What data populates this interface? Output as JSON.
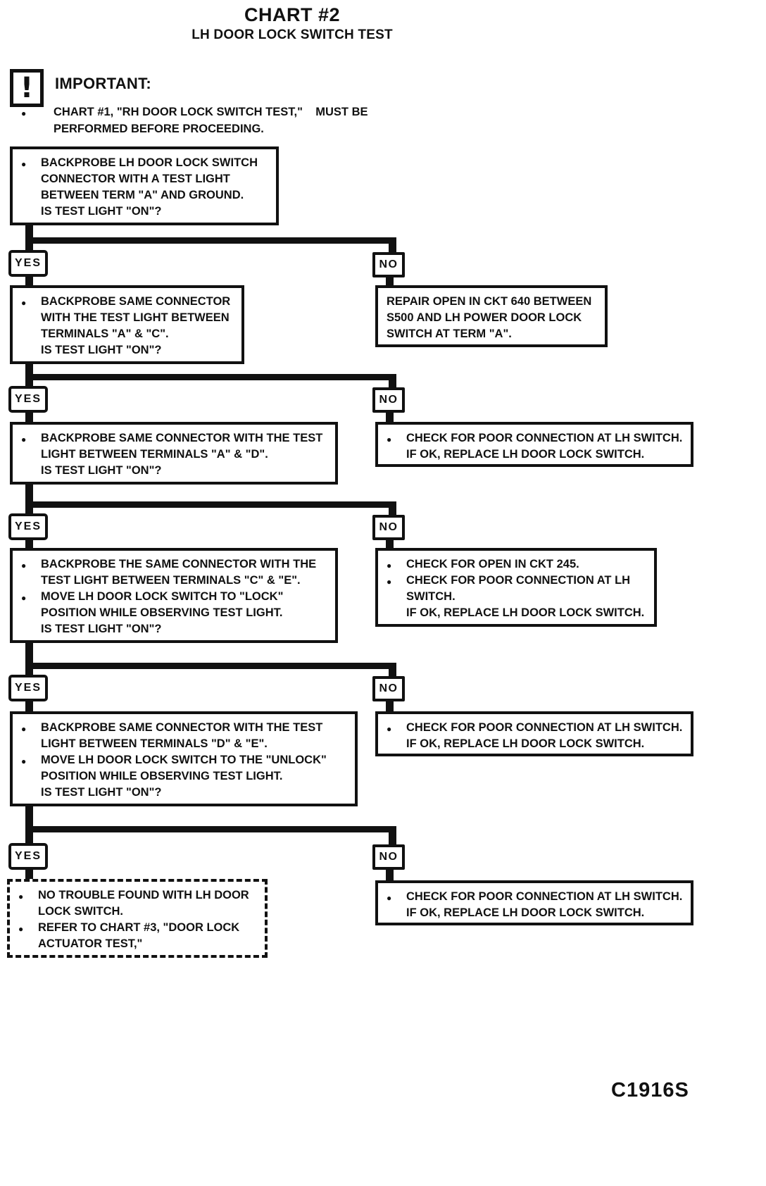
{
  "page": {
    "title_line1": "CHART #2",
    "title_line2": "LH DOOR LOCK SWITCH TEST",
    "figure_code": "C1916S"
  },
  "important": {
    "icon_glyph": "!",
    "label": "IMPORTANT:",
    "note_line1": "CHART #1, \"RH DOOR LOCK SWITCH TEST,\"    MUST BE",
    "note_line2": "PERFORMED BEFORE PROCEEDING."
  },
  "flow": {
    "yes_label": "YES",
    "no_label": "NO",
    "steps": [
      {
        "question_lines": [
          "BACKPROBE LH DOOR LOCK SWITCH",
          "CONNECTOR WITH A TEST LIGHT",
          "BETWEEN TERM \"A\" AND GROUND.",
          "IS TEST LIGHT \"ON\"?"
        ],
        "no_result_lines": [
          "REPAIR OPEN IN CKT 640 BETWEEN",
          "S500 AND LH POWER DOOR LOCK",
          "SWITCH AT TERM \"A\"."
        ]
      },
      {
        "question_lines": [
          "BACKPROBE SAME CONNECTOR",
          "WITH THE TEST LIGHT BETWEEN",
          "TERMINALS \"A\" & \"C\".",
          "IS TEST LIGHT \"ON\"?"
        ],
        "no_result_lines": [
          "CHECK FOR POOR CONNECTION AT LH SWITCH.",
          "IF OK, REPLACE LH DOOR LOCK SWITCH."
        ]
      },
      {
        "question_lines": [
          "BACKPROBE SAME CONNECTOR WITH THE TEST",
          "LIGHT BETWEEN TERMINALS \"A\" & \"D\".",
          "IS TEST LIGHT \"ON\"?"
        ],
        "no_result_lines": [
          "CHECK FOR OPEN IN CKT 245.",
          "CHECK FOR POOR CONNECTION AT LH",
          "SWITCH.",
          "IF OK, REPLACE LH DOOR LOCK SWITCH."
        ]
      },
      {
        "question_lines": [
          "BACKPROBE THE SAME CONNECTOR WITH THE",
          "TEST LIGHT BETWEEN TERMINALS \"C\" & \"E\".",
          "MOVE LH DOOR LOCK SWITCH TO \"LOCK\"",
          "POSITION WHILE OBSERVING TEST LIGHT.",
          "IS TEST LIGHT \"ON\"?"
        ],
        "no_result_lines": [
          "CHECK FOR POOR CONNECTION AT LH SWITCH.",
          "IF OK, REPLACE LH DOOR LOCK SWITCH."
        ]
      },
      {
        "question_lines": [
          "BACKPROBE SAME CONNECTOR WITH THE TEST",
          "LIGHT BETWEEN TERMINALS \"D\" & \"E\".",
          "MOVE LH DOOR LOCK SWITCH TO THE \"UNLOCK\"",
          "POSITION WHILE OBSERVING TEST LIGHT.",
          "IS TEST LIGHT \"ON\"?"
        ],
        "no_result_lines": [
          "CHECK FOR POOR CONNECTION AT LH SWITCH.",
          "IF OK, REPLACE LH DOOR LOCK SWITCH."
        ]
      }
    ],
    "final_lines": [
      "NO TROUBLE FOUND WITH LH DOOR",
      "LOCK SWITCH.",
      "REFER TO CHART #3, \"DOOR LOCK",
      "ACTUATOR TEST,\""
    ]
  },
  "colors": {
    "ink": "#111111",
    "paper": "#ffffff"
  }
}
